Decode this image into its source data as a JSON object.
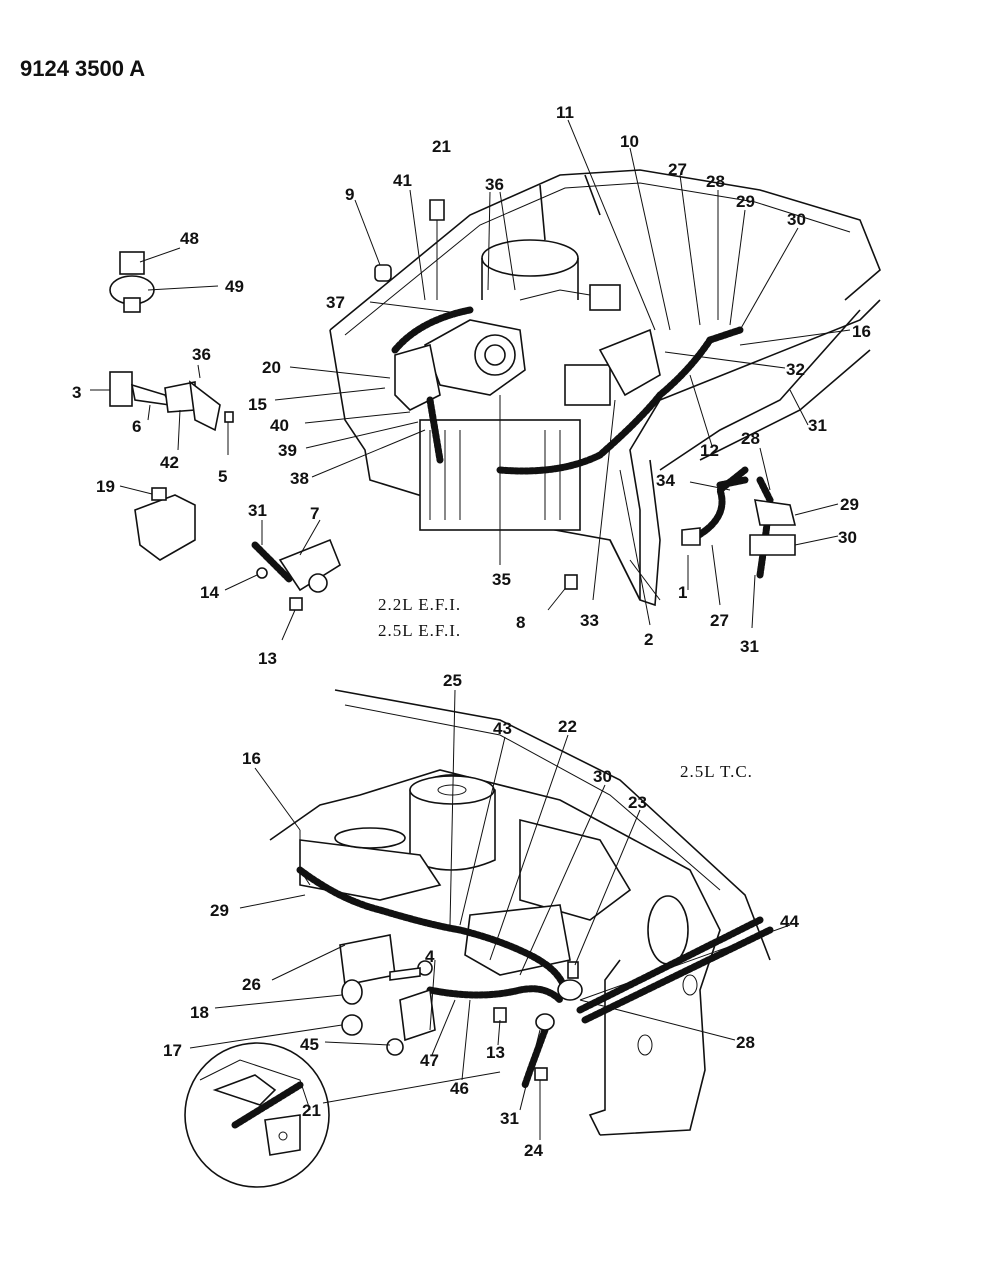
{
  "document_id": "9124 3500 A",
  "variants": [
    "2.2L E.F.I.",
    "2.5L E.F.I.",
    "2.5L T.C."
  ],
  "callouts_upper": [
    "1",
    "2",
    "3",
    "5",
    "6",
    "7",
    "8",
    "9",
    "10",
    "11",
    "12",
    "13",
    "14",
    "15",
    "16",
    "19",
    "20",
    "21",
    "27",
    "28",
    "29",
    "30",
    "31",
    "32",
    "33",
    "34",
    "35",
    "36",
    "37",
    "38",
    "39",
    "40",
    "41",
    "42",
    "48",
    "49"
  ],
  "callouts_lower": [
    "4",
    "13",
    "16",
    "17",
    "18",
    "21",
    "22",
    "23",
    "24",
    "25",
    "26",
    "28",
    "29",
    "30",
    "31",
    "43",
    "44",
    "45",
    "46",
    "47"
  ]
}
